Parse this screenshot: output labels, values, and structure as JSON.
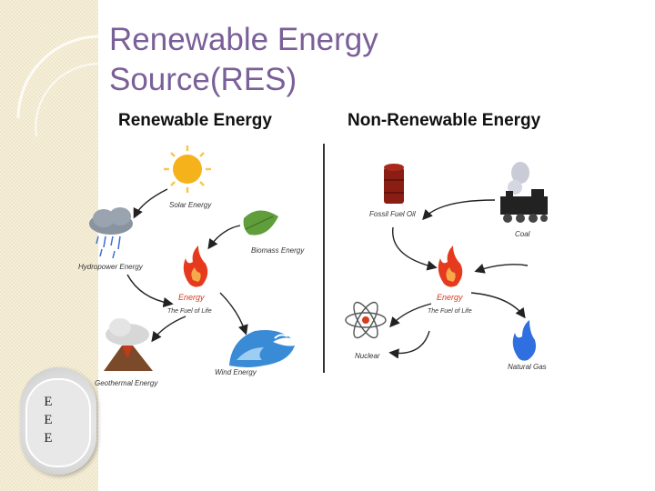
{
  "slide": {
    "title_line1": "Renewable Energy",
    "title_line2": "Source(RES)",
    "badge_letters": [
      "E",
      "E",
      "E"
    ]
  },
  "figure": {
    "left_heading": "Renewable Energy",
    "right_heading": "Non-Renewable Energy",
    "left_items": {
      "solar": "Solar Energy",
      "biomass": "Biomass Energy",
      "hydro": "Hydropower Energy",
      "center_label": "Energy",
      "center_sub": "The Fuel of Life",
      "geothermal": "Geothermal Energy",
      "wind": "Wind Energy"
    },
    "right_items": {
      "fossil_oil": "Fossil Fuel Oil",
      "coal": "Coal",
      "center_label": "Energy",
      "center_sub": "The Fuel of Life",
      "nuclear": "Nuclear",
      "natural_gas": "Natural Gas"
    }
  },
  "colors": {
    "title": "#7a5f98",
    "flame": "#e53a1e",
    "sun": "#f5b21b",
    "leaf": "#5f9e3a",
    "water": "#3a8bd6",
    "gas": "#2f6fe0"
  }
}
